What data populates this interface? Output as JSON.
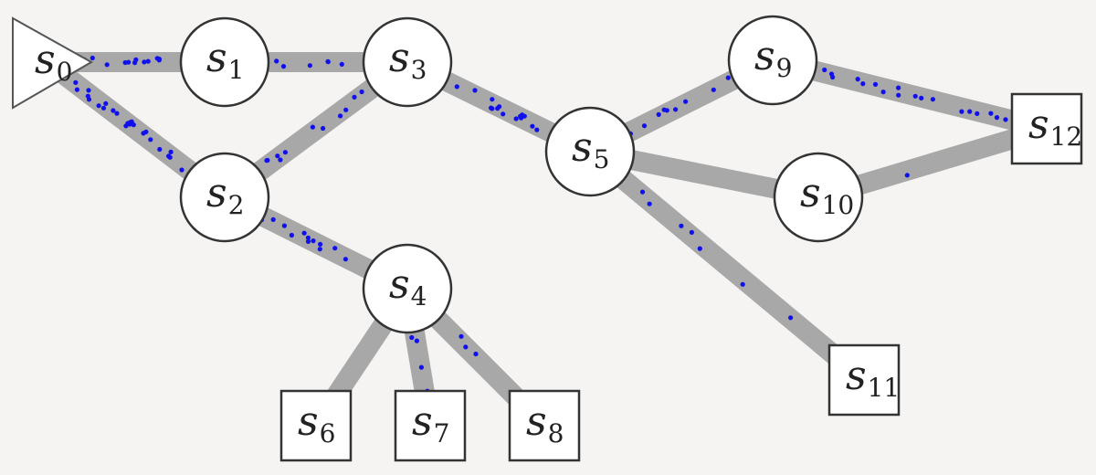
{
  "nodes": [
    {
      "id": "s0",
      "label": "s",
      "sub": "0",
      "shape": "triangle"
    },
    {
      "id": "s1",
      "label": "s",
      "sub": "1",
      "shape": "circle"
    },
    {
      "id": "s2",
      "label": "s",
      "sub": "2",
      "shape": "circle"
    },
    {
      "id": "s3",
      "label": "s",
      "sub": "3",
      "shape": "circle"
    },
    {
      "id": "s4",
      "label": "s",
      "sub": "4",
      "shape": "circle"
    },
    {
      "id": "s5",
      "label": "s",
      "sub": "5",
      "shape": "circle"
    },
    {
      "id": "s6",
      "label": "s",
      "sub": "6",
      "shape": "square"
    },
    {
      "id": "s7",
      "label": "s",
      "sub": "7",
      "shape": "square"
    },
    {
      "id": "s8",
      "label": "s",
      "sub": "8",
      "shape": "square"
    },
    {
      "id": "s9",
      "label": "s",
      "sub": "9",
      "shape": "circle"
    },
    {
      "id": "s10",
      "label": "s",
      "sub": "10",
      "shape": "circle"
    },
    {
      "id": "s11",
      "label": "s",
      "sub": "11",
      "shape": "square"
    },
    {
      "id": "s12",
      "label": "s",
      "sub": "12",
      "shape": "square"
    }
  ],
  "edges": [
    {
      "from": "s0",
      "to": "s1"
    },
    {
      "from": "s0",
      "to": "s2"
    },
    {
      "from": "s1",
      "to": "s3"
    },
    {
      "from": "s2",
      "to": "s3"
    },
    {
      "from": "s2",
      "to": "s4"
    },
    {
      "from": "s3",
      "to": "s5"
    },
    {
      "from": "s4",
      "to": "s6"
    },
    {
      "from": "s4",
      "to": "s7"
    },
    {
      "from": "s4",
      "to": "s8"
    },
    {
      "from": "s5",
      "to": "s9"
    },
    {
      "from": "s5",
      "to": "s10"
    },
    {
      "from": "s5",
      "to": "s11"
    },
    {
      "from": "s9",
      "to": "s12"
    },
    {
      "from": "s10",
      "to": "s12"
    }
  ],
  "colors": {
    "edge": "#a8a8a8",
    "dot": "#1010ee",
    "node_fill": "#ffffff",
    "node_stroke": "#333333",
    "background": "#f5f4f2"
  }
}
